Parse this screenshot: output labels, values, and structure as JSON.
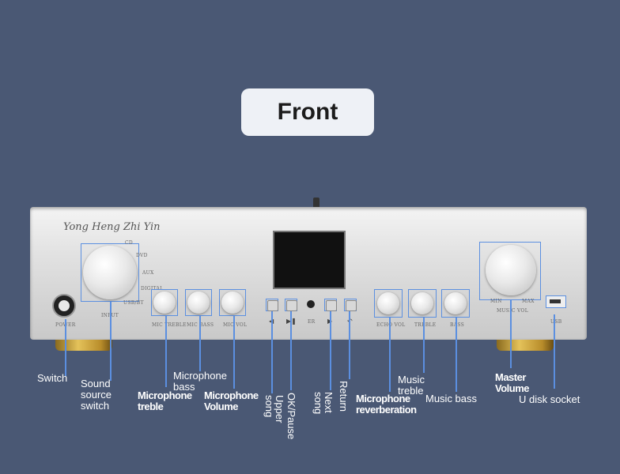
{
  "title": "Front",
  "device": {
    "brand": "Yong Heng Zhi Yin",
    "panel": {
      "power": "POWER",
      "input": "INPUT",
      "inputs": [
        "CD",
        "DVD",
        "AUX",
        "DIGITAL",
        "USB/BT"
      ],
      "mic_treble": "MIC TREBLE",
      "mic_bass": "MIC BASS",
      "mic_vol": "MIC VOL",
      "echo_vol": "ECHO VOL",
      "treble": "TREBLE",
      "bass": "BASS",
      "music_vol": "MUSIC VOL",
      "usb": "USB",
      "min": "MIN",
      "max": "MAX",
      "er": "ER"
    }
  },
  "labels": {
    "switch": "Switch",
    "sound_source_switch": "Sound source switch",
    "microphone_bass": "Microphone bass",
    "microphone_treble": "Microphone treble",
    "microphone_volume": "Microphone Volume",
    "upper_song": "Upper song",
    "ok_pause": "OK/Pause",
    "next_song": "Next song",
    "return": "Return",
    "microphone_reverberation": "Microphone reverberation",
    "music_treble": "Music treble",
    "music_bass": "Music bass",
    "master_volume": "Master Volume",
    "u_disk_socket": "U disk socket"
  }
}
